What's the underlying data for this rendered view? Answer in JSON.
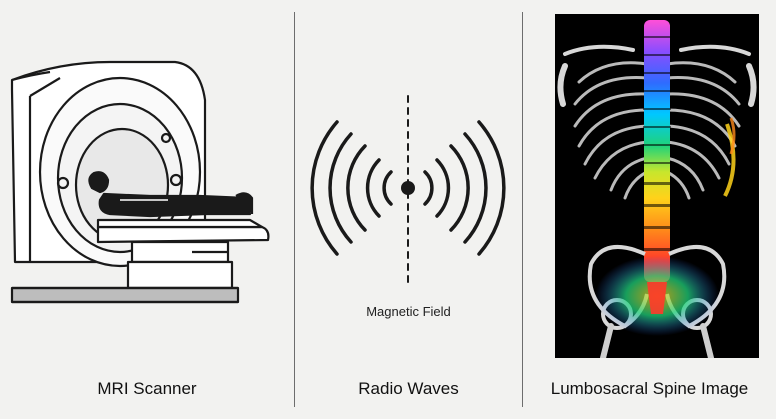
{
  "panels": [
    {
      "caption": "MRI Scanner",
      "icon": "mri-scanner"
    },
    {
      "caption": "Radio Waves",
      "icon": "radio-waves",
      "field_label": "Magnetic Field"
    },
    {
      "caption": "Lumbosacral Spine Image",
      "icon": "spine-xray"
    }
  ],
  "colors": {
    "background": "#f2f2f0",
    "line": "#1a1a1a",
    "divider": "#6d6d6d",
    "xray_background": "#000000",
    "spectrum": [
      "#ff4fd8",
      "#8a4dff",
      "#2f6bff",
      "#00c8ff",
      "#1fd37a",
      "#c8e62c",
      "#ffd21a",
      "#ff8a1a",
      "#ff3a2a"
    ]
  }
}
